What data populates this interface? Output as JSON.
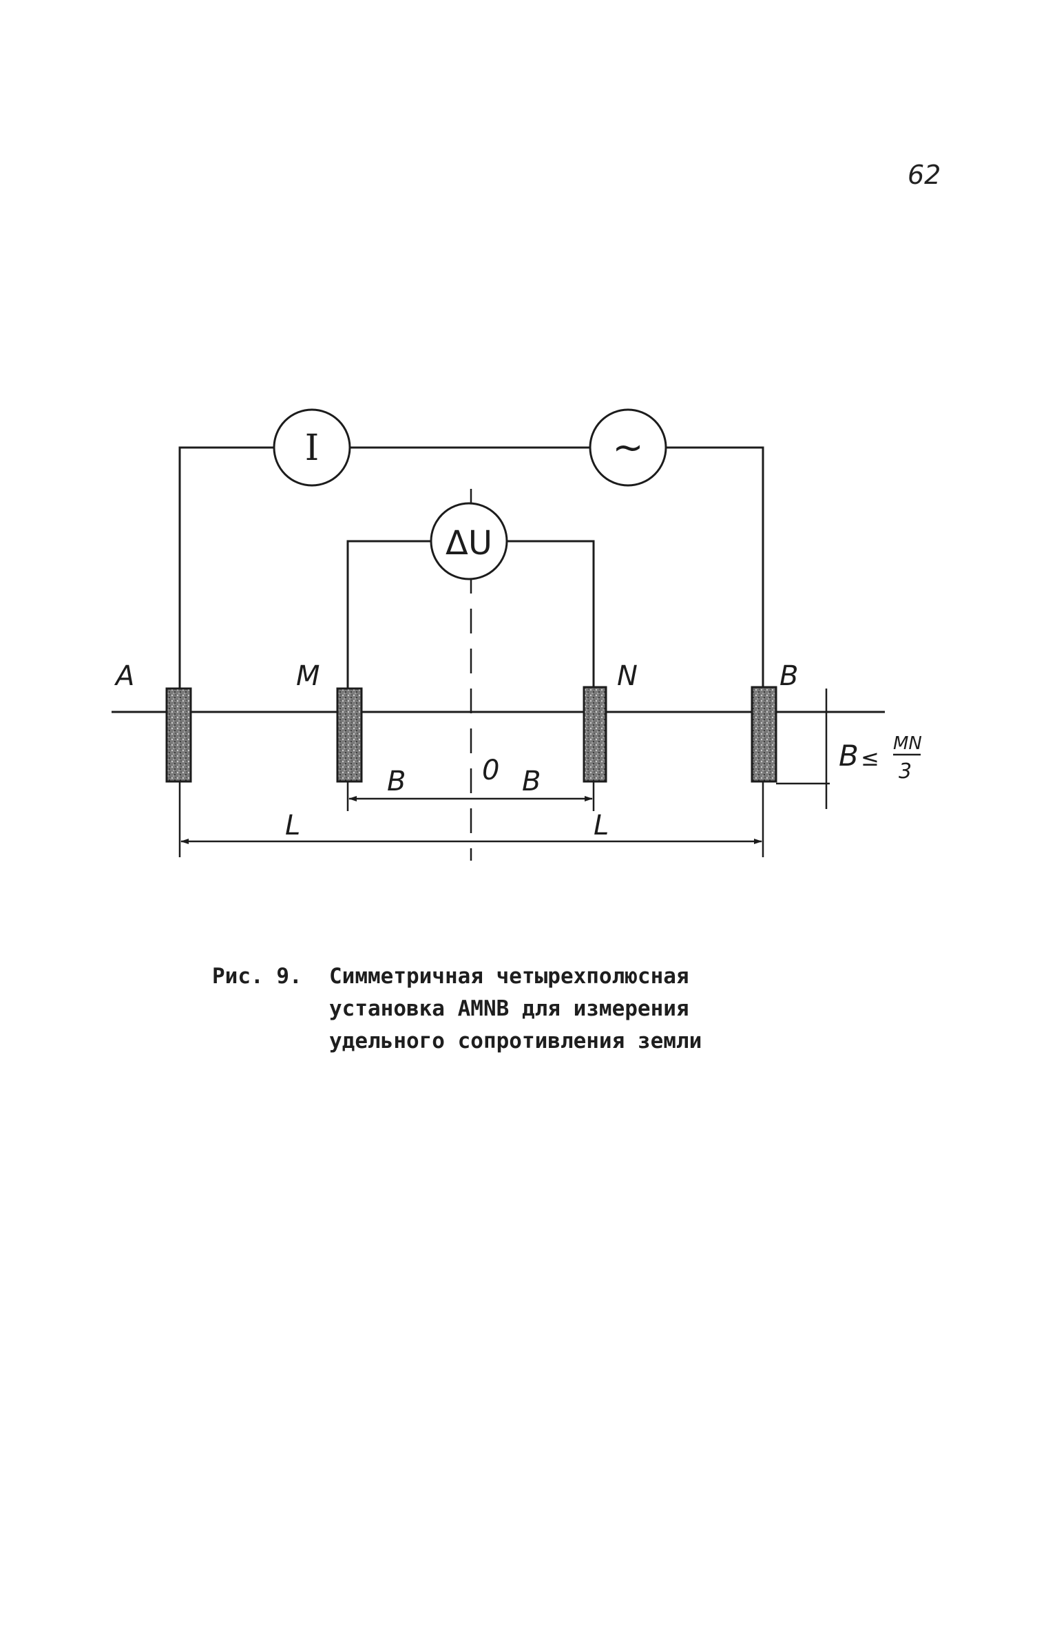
{
  "page": {
    "number": "62"
  },
  "diagram": {
    "meters": {
      "current": "I",
      "source": "~",
      "voltage": "ΔU"
    },
    "electrodes": {
      "a": "A",
      "m": "M",
      "n": "N",
      "b": "B"
    },
    "dimensions": {
      "center": "0",
      "half_mn_left": "B",
      "half_mn_right": "B",
      "half_ab_left": "L",
      "half_ab_right": "L",
      "depth_left": "B",
      "depth_op": "≤",
      "depth_numerator": "MN",
      "depth_denominator": "3"
    }
  },
  "caption": {
    "label": "Рис. 9.",
    "text": "Симметричная четырехполюсная установка AMNB для измерения удельного сопротивления земли"
  },
  "colors": {
    "ink": "#1c1c1c",
    "electrode_fill": "#6e6e6e",
    "paper": "#ffffff"
  }
}
